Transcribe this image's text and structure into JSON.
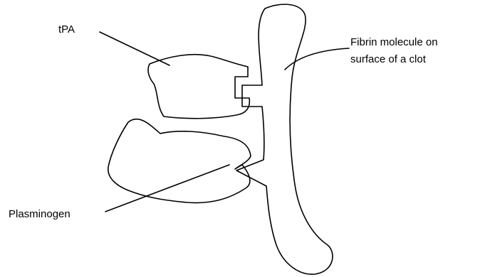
{
  "labels": {
    "tpa": "tPA",
    "fibrin_line1": "Fibrin molecule on",
    "fibrin_line2": "surface of a clot",
    "plasminogen": "Plasminogen"
  },
  "colors": {
    "ink": "#000000",
    "background": "#ffffff",
    "stipple": "#000000"
  }
}
